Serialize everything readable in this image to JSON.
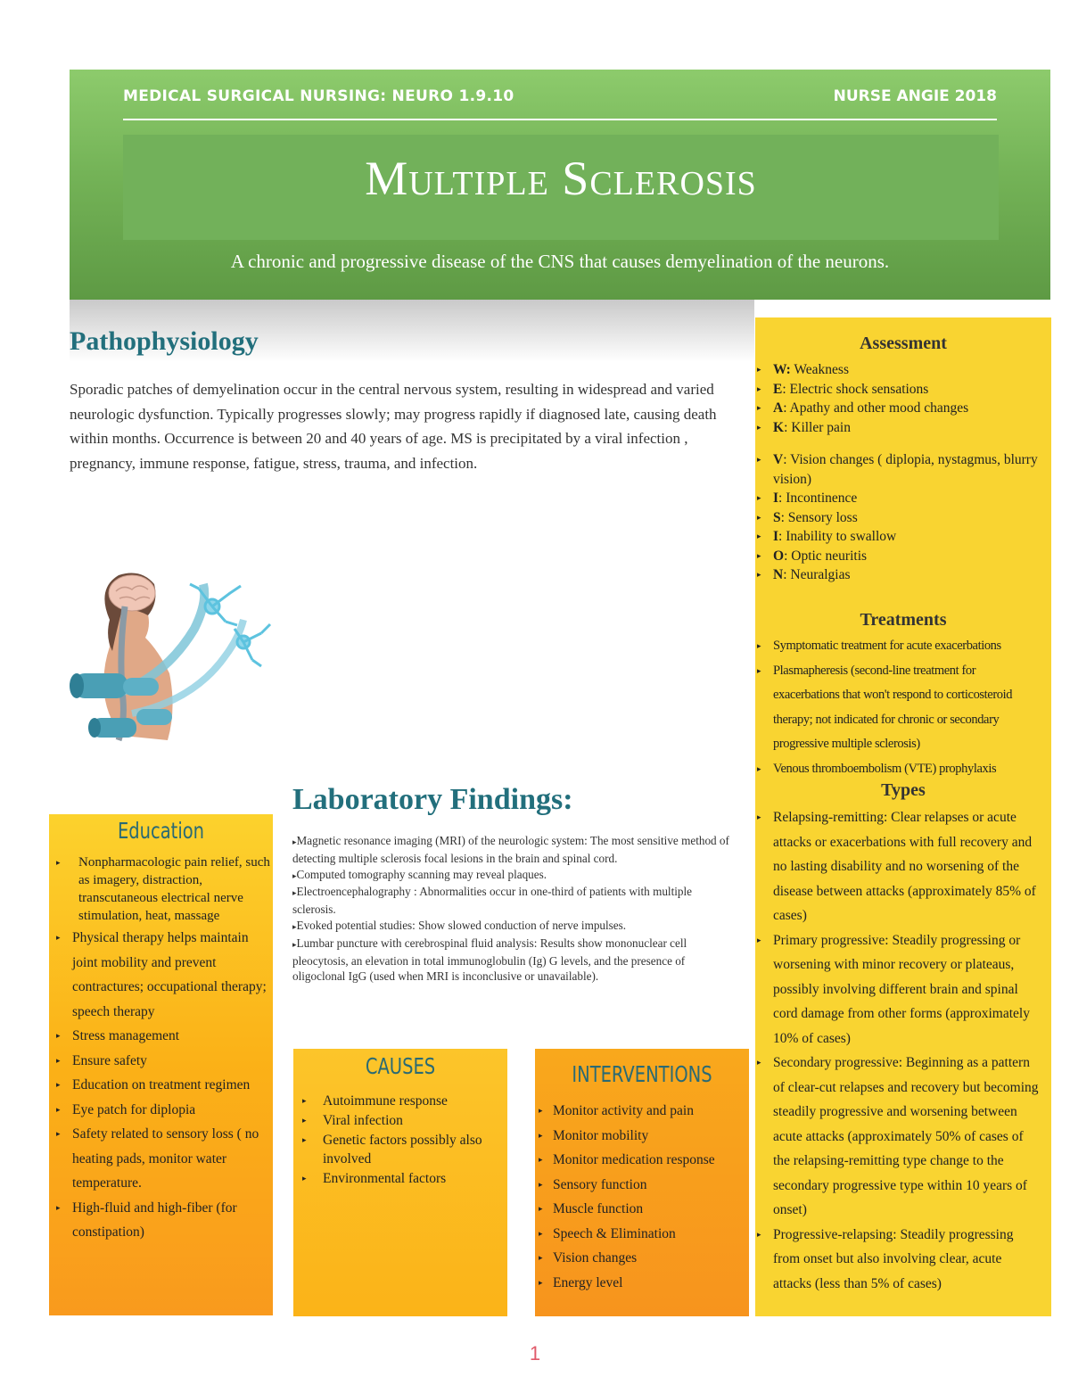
{
  "header": {
    "course": "MEDICAL SURGICAL NURSING: NEURO 1.9.10",
    "author": "NURSE ANGIE 2018",
    "title": "Multiple Sclerosis",
    "subtitle": "A chronic and progressive disease of the CNS that causes demyelination of the neurons."
  },
  "pathophysiology": {
    "heading": "Pathophysiology",
    "text": "Sporadic patches of demyelination occur in the central nervous system, resulting in widespread and varied neurologic dysfunction. Typically progresses slowly; may progress rapidly if diagnosed late, causing death within months. Occurrence is between 20 and 40 years of age. MS is precipitated by a viral infection , pregnancy, immune response, fatigue, stress, trauma, and infection."
  },
  "assessment": {
    "heading": "Assessment",
    "items": [
      {
        "key": "W:",
        "text": " Weakness"
      },
      {
        "key": "E",
        "text": ":  Electric shock sensations"
      },
      {
        "key": "A",
        "text": ":  Apathy and other mood changes"
      },
      {
        "key": "K",
        "text": ":  Killer pain"
      },
      {
        "key": "V",
        "text": ": Vision changes ( diplopia, nystagmus, blurry vision)"
      },
      {
        "key": "I",
        "text": ":  Incontinence"
      },
      {
        "key": "S",
        "text": ": Sensory loss"
      },
      {
        "key": "I",
        "text": ":  Inability to swallow"
      },
      {
        "key": "O",
        "text": ": Optic neuritis"
      },
      {
        "key": "N",
        "text": ": Neuralgias"
      }
    ]
  },
  "treatments": {
    "heading": "Treatments",
    "items": [
      "Symptomatic treatment for acute exacerbations",
      "Plasmapheresis (second-line treatment for exacerbations that won't  respond to corticosteroid therapy; not indicated for chronic or secondary progressive multiple sclerosis)",
      "Venous thromboembolism (VTE) prophylaxis"
    ]
  },
  "types": {
    "heading": "Types",
    "items": [
      "Relapsing-remitting: Clear relapses or acute attacks or exacerbations with full recovery and no lasting disability and no worsening of the disease between attacks (approximately 85% of cases)",
      "Primary progressive: Steadily progressing or worsening with minor recovery or plateaus, possibly involving different brain and spinal cord damage from other forms (approximately 10% of cases)",
      "Secondary progressive: Beginning as a pattern of clear-cut relapses and recovery but becoming steadily progressive and worsening between acute attacks (approximately 50% of cases of the relapsing-remitting type change to the secondary progressive type within 10 years of onset)",
      "Progressive-relapsing: Steadily progressing from onset but also involving clear, acute attacks (less than 5% of cases)"
    ]
  },
  "laboratory": {
    "heading": "Laboratory Findings:",
    "items": [
      "Magnetic resonance imaging (MRI) of the neurologic system: The most sensitive method of detecting multiple sclerosis focal lesions in the brain and spinal cord.",
      "Computed tomography scanning may reveal plaques.",
      "Electroencephalography : Abnormalities occur in one-third of patients with multiple sclerosis.",
      "Evoked potential studies:  Show slowed conduction of nerve impulses.",
      "Lumbar puncture with cerebrospinal fluid analysis:  Results show mononuclear cell pleocytosis, an elevation in total immunoglobulin (Ig) G levels, and the presence of oligoclonal IgG (used when MRI is inconclusive or unavailable)."
    ]
  },
  "education": {
    "heading": "Education",
    "items": [
      "Nonpharmacologic pain relief, such as imagery, distraction, transcutaneous electrical nerve stimulation, heat, massage",
      "Physical therapy helps maintain joint mobility and prevent contractures; occupational therapy; speech therapy",
      "Stress management",
      "Ensure safety",
      "Education on treatment regimen",
      "Eye patch for diplopia",
      "Safety related to sensory loss ( no heating pads, monitor water temperature.",
      "High-fluid and high-fiber (for constipation)"
    ]
  },
  "causes": {
    "heading": "CAUSES",
    "items": [
      "Autoimmune response",
      "Viral infection",
      "Genetic factors possibly also involved",
      "Environmental factors"
    ]
  },
  "interventions": {
    "heading": "INTERVENTIONS",
    "items": [
      "Monitor activity and pain",
      "Monitor mobility",
      "Monitor medication response",
      "Sensory function",
      "Muscle function",
      "Speech & Elimination",
      "Vision changes",
      "Energy level"
    ]
  },
  "page_number": "1",
  "icons": {
    "bullet": "arrow-bullet-icon"
  },
  "colors": {
    "header_green": "#74b357",
    "heading_teal": "#226f7c",
    "panel_yellow": "#f9d431",
    "orange": "#f7941d"
  }
}
